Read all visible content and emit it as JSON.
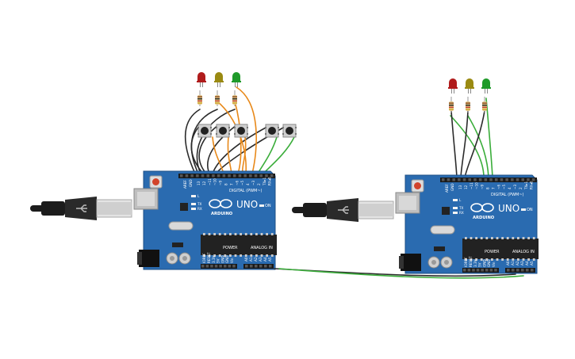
{
  "boards": [
    {
      "model_label": "UNO",
      "brand_label": "ARDUINO",
      "digital_label": "DIGITAL (PWM~)",
      "analog_label": "ANALOG IN",
      "power_label": "POWER",
      "on_label": "ON",
      "tx_label": "TX",
      "rx_label": "RX",
      "led_l_label": "L",
      "aref_label": "AREF",
      "gnd_label": "GND",
      "ioref_label": "IOREF",
      "digital_pins": [
        "13",
        "12",
        "~11",
        "~10",
        "~9",
        "8",
        "7",
        "~6",
        "~5",
        "4",
        "~3",
        "2",
        "TX▸1",
        "RX◂0"
      ],
      "analog_pins": [
        "A0",
        "A1",
        "A2",
        "A3",
        "A4",
        "A5"
      ],
      "power_pins": [
        "RESET",
        "3.3V",
        "5V",
        "GND",
        "GND",
        "Vin"
      ]
    },
    {
      "model_label": "UNO",
      "brand_label": "ARDUINO",
      "digital_label": "DIGITAL (PWM~)",
      "analog_label": "ANALOG IN",
      "power_label": "POWER",
      "on_label": "ON",
      "tx_label": "TX",
      "rx_label": "RX",
      "led_l_label": "L",
      "aref_label": "AREF",
      "gnd_label": "GND",
      "ioref_label": "IOREF",
      "digital_pins": [
        "13",
        "12",
        "~11",
        "~10",
        "~9",
        "8",
        "7",
        "~6",
        "~5",
        "4",
        "~3",
        "2",
        "TX▸1",
        "RX◂0"
      ],
      "analog_pins": [
        "A0",
        "A1",
        "A2",
        "A3",
        "A4",
        "A5"
      ],
      "power_pins": [
        "RESET",
        "3.3V",
        "5V",
        "GND",
        "GND",
        "Vin"
      ]
    }
  ],
  "leds": [
    {
      "board": 1,
      "color": "#b01c1c"
    },
    {
      "board": 1,
      "color": "#9a8a12"
    },
    {
      "board": 1,
      "color": "#1f9a2a"
    },
    {
      "board": 2,
      "color": "#b01c1c"
    },
    {
      "board": 2,
      "color": "#9a8a12"
    },
    {
      "board": 2,
      "color": "#1f9a2a"
    }
  ],
  "buttons_count": 5,
  "colors": {
    "board": "#2a6bb0",
    "board_dark": "#1d4f86",
    "wire_black": "#2b2b2b",
    "wire_orange": "#e8891a",
    "wire_green": "#3aad3a",
    "usb_cable": "#1c1c1c",
    "chip": "#222222"
  }
}
